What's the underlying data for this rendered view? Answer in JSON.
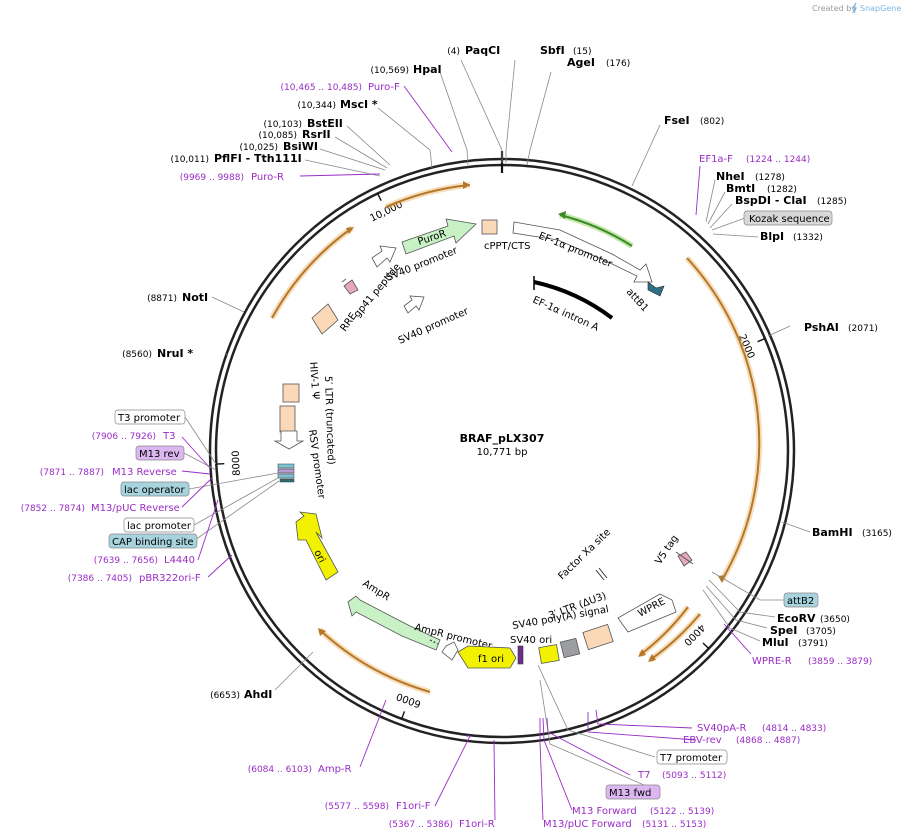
{
  "header": {
    "created_by": "Created by",
    "brand": "SnapGene"
  },
  "plasmid": {
    "name": "BRAF_pLX307",
    "size": "10,771 bp"
  },
  "colors": {
    "purple": "#9a2cc6",
    "orange": "#e8a13a",
    "green_feature": "#c8f2c6",
    "yellow_feature": "#f2f200",
    "peach_feature": "#fbd9b8",
    "blue_box": "#a7d3de",
    "violet_box": "#dcb6f1"
  },
  "ticks": [
    {
      "bp": 0,
      "label": ""
    },
    {
      "bp": 2000,
      "label": "2000"
    },
    {
      "bp": 4000,
      "label": "4000"
    },
    {
      "bp": 6000,
      "label": "6000"
    },
    {
      "bp": 8000,
      "label": "8000"
    },
    {
      "bp": 10000,
      "label": "10,000"
    }
  ],
  "enzymes_top": [
    {
      "pos": "(4)",
      "name": "PaqCI"
    },
    {
      "pos": "(15)",
      "name": "SbfI"
    },
    {
      "pos": "(176)",
      "name": "AgeI"
    },
    {
      "pos": "(10,569)",
      "name": "HpaI"
    },
    {
      "pos": "(10,344)",
      "name": "MscI *"
    },
    {
      "pos": "(10,103)",
      "name": "BstEII"
    },
    {
      "pos": "(10,085)",
      "name": "RsrII"
    },
    {
      "pos": "(10,025)",
      "name": "BsiWI"
    },
    {
      "pos": "(10,011)",
      "name": "PflFI - Tth111I"
    },
    {
      "pos": "(802)",
      "name": "FseI"
    },
    {
      "pos": "(1278)",
      "name": "NheI"
    },
    {
      "pos": "(1282)",
      "name": "BmtI"
    },
    {
      "pos": "(1285)",
      "name": "BspDI - ClaI"
    },
    {
      "pos": "(1332)",
      "name": "BlpI"
    },
    {
      "pos": "(2071)",
      "name": "PshAI"
    },
    {
      "pos": "(8871)",
      "name": "NotI"
    },
    {
      "pos": "(8560)",
      "name": "NruI *"
    },
    {
      "pos": "(3165)",
      "name": "BamHI"
    },
    {
      "pos": "(3650)",
      "name": "EcoRV"
    },
    {
      "pos": "(3705)",
      "name": "SpeI"
    },
    {
      "pos": "(3791)",
      "name": "MluI"
    },
    {
      "pos": "(6653)",
      "name": "AhdI"
    }
  ],
  "primers": [
    {
      "range": "(10,465 .. 10,485)",
      "name": "Puro-F"
    },
    {
      "range": "(9969 .. 9988)",
      "name": "Puro-R"
    },
    {
      "range": "(1224 .. 1244)",
      "name": "EF1a-F"
    },
    {
      "range": "(7906 .. 7926)",
      "name": "T3"
    },
    {
      "range": "(7871 .. 7887)",
      "name": "M13 Reverse"
    },
    {
      "range": "(7852 .. 7874)",
      "name": "M13/pUC Reverse"
    },
    {
      "range": "(7639 .. 7656)",
      "name": "L4440"
    },
    {
      "range": "(7386 .. 7405)",
      "name": "pBR322ori-F"
    },
    {
      "range": "(3859 .. 3879)",
      "name": "WPRE-R"
    },
    {
      "range": "(4814 .. 4833)",
      "name": "SV40pA-R"
    },
    {
      "range": "(4868 .. 4887)",
      "name": "EBV-rev"
    },
    {
      "range": "(5093 .. 5112)",
      "name": "T7"
    },
    {
      "range": "(5122 .. 5139)",
      "name": "M13 Forward"
    },
    {
      "range": "(5131 .. 5153)",
      "name": "M13/pUC Forward"
    },
    {
      "range": "(6084 .. 6103)",
      "name": "Amp-R"
    },
    {
      "range": "(5577 .. 5598)",
      "name": "F1ori-F"
    },
    {
      "range": "(5367 .. 5386)",
      "name": "F1ori-R"
    }
  ],
  "boxes": {
    "kozak": "Kozak sequence",
    "t3_promoter": "T3 promoter",
    "m13_rev": "M13 rev",
    "lac_operator": "lac operator",
    "lac_promoter": "lac promoter",
    "cap_site": "CAP binding site",
    "attb2": "attB2",
    "t7_promoter": "T7 promoter",
    "m13_fwd": "M13 fwd"
  },
  "features": {
    "puror": "PuroR",
    "cppt": "cPPT/CTS",
    "ef1a_promoter": "EF-1α promoter",
    "attb1": "attB1",
    "ef1a_intron": "EF-1α intron A",
    "sv40_promoter_1": "SV40 promoter",
    "sv40_promoter_2": "SV40 promoter",
    "gp41": "gp41 peptide",
    "rre": "RRE",
    "hiv_psi": "HIV-1 Ψ",
    "ltr5": "5′ LTR (truncated)",
    "rsv": "RSV promoter",
    "ori": "ori",
    "ampr": "AmpR",
    "ampr_promoter": "AmpR promoter",
    "f1ori": "f1 ori",
    "sv40_ori": "SV40 ori",
    "sv40_polya": "SV40 poly(A) signal",
    "ltr3": "3′ LTR (ΔU3)",
    "wpre": "WPRE",
    "factor_xa": "Factor Xa site",
    "v5tag": "V5 tag"
  }
}
